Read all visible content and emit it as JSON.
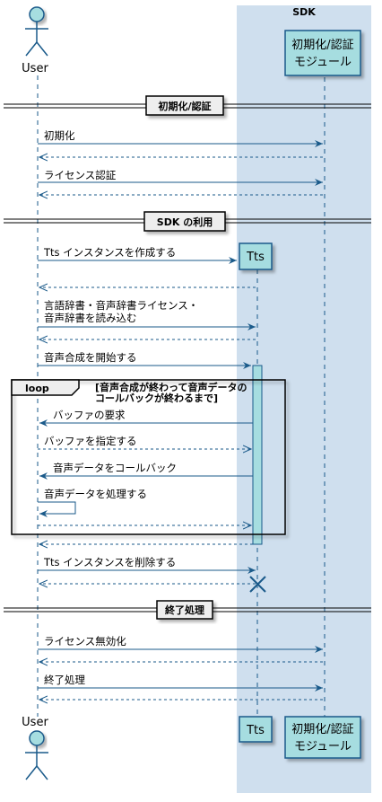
{
  "colors": {
    "box_background": "#cfdfee",
    "participant_fill": "#a6dde0",
    "participant_stroke": "#1a5a8a",
    "arrow": "#1a5a8a",
    "activation_fill": "#a6dde0"
  },
  "box": {
    "title": "SDK"
  },
  "participants": {
    "user": "User",
    "tts": "Tts",
    "auth_line1": "初期化/認証",
    "auth_line2": "モジュール"
  },
  "dividers": {
    "init_auth": "初期化/認証",
    "sdk_usage": "SDK の利用",
    "shutdown": "終了処理"
  },
  "messages": {
    "m1": "初期化",
    "m2": "ライセンス認証",
    "m3": "Tts インスタンスを作成する",
    "m4_line1": "言語辞書・音声辞書ライセンス・",
    "m4_line2": "音声辞書を読み込む",
    "m5": "音声合成を開始する",
    "m6": "バッファの要求",
    "m7": "バッファを指定する",
    "m8": "音声データをコールバック",
    "m9": "音声データを処理する",
    "m10": "Tts インスタンスを削除する",
    "m11": "ライセンス無効化",
    "m12": "終了処理"
  },
  "loop": {
    "keyword": "loop",
    "guard_line1": "[音声合成が終わって音声データの",
    "guard_line2": "コールバックが終わるまで]"
  }
}
